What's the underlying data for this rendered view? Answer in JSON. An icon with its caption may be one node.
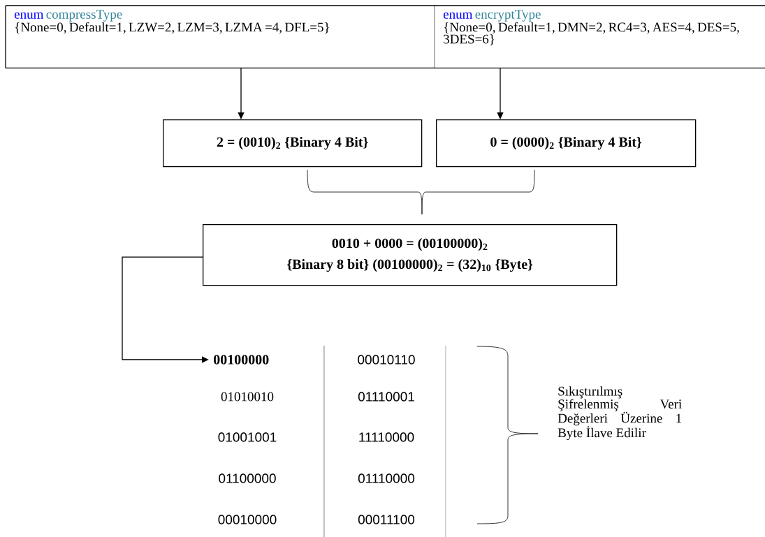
{
  "diagram": {
    "nodes": [
      {
        "text": [
          "enum",
          "compressType",
          "{None=0, Default=1, LZW=2, LZM=3, LZMA =4, DFL=5}"
        ]
      },
      {
        "text": [
          "enum",
          "encryptType",
          "{None=0, Default=1, DMN=2, RC4=3, AES=4, DES=5, 3DES=6}"
        ]
      },
      {
        "text": [
          "2 = (0010)$_{2}$ {Binary 4 Bit}"
        ]
      },
      {
        "text": [
          "0 = (0000)$_{2}$ {Binary 4 Bit}"
        ]
      },
      {
        "text": [
          "0010 + 0000 = (00100000)$_{2}$",
          "{Binary 8 bit} (00100000)$_{2}$ = (32)$_{10}$ {Byte}"
        ]
      },
      {
        "text": [
          "00100000"
        ]
      }
    ],
    "edges": [
      {
        "from": 0,
        "to": 2,
        "arrow": "to"
      },
      {
        "from": 1,
        "to": 3,
        "arrow": "to"
      },
      {
        "from": 4,
        "to": 5,
        "arrow": "to"
      }
    ],
    "labels": [
      "00010110",
      "01010010",
      "01110001",
      "01001001",
      "11110000",
      "01100000",
      "01110000",
      "00010000",
      "00011100",
      "Sıkıştırılmış Şifrelenmiş Veri Değerleri Üzerine 1 Byte İlave Edilir"
    ]
  }
}
